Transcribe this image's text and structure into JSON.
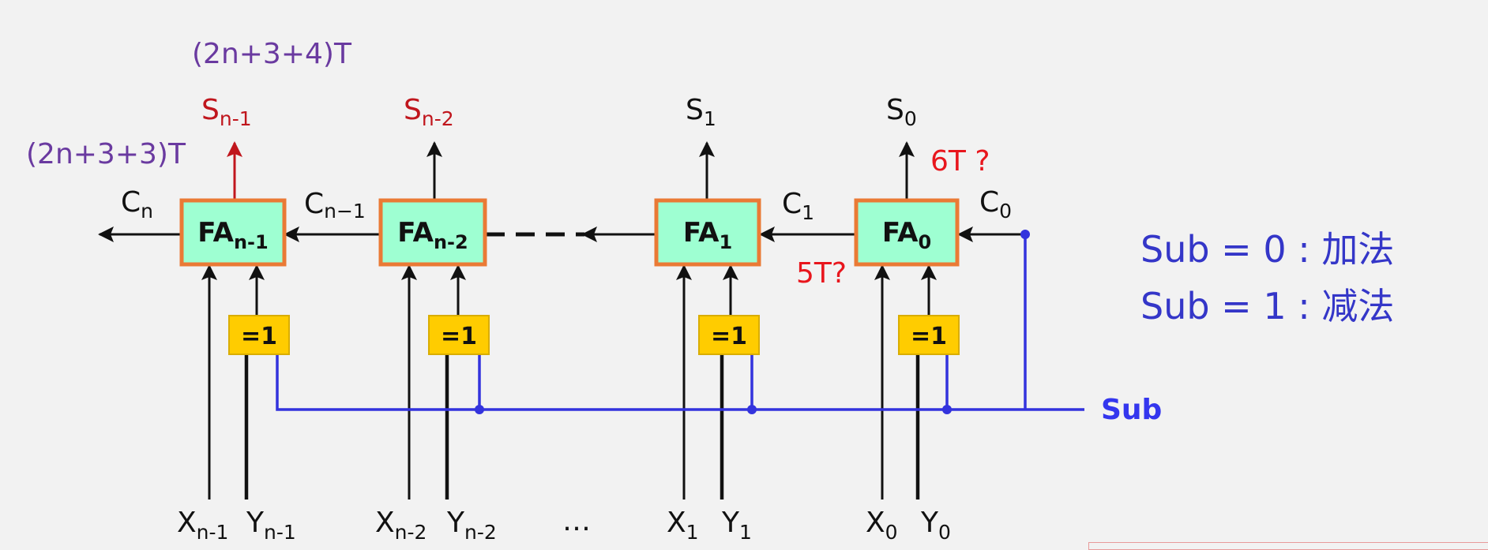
{
  "fa_blocks": [
    {
      "id": "n1",
      "main": "FA",
      "sub": "n-1"
    },
    {
      "id": "n2",
      "main": "FA",
      "sub": "n-2"
    },
    {
      "id": "b1",
      "main": "FA",
      "sub": "1"
    },
    {
      "id": "b0",
      "main": "FA",
      "sub": "0"
    }
  ],
  "xor_label": "=1",
  "sum_outputs": [
    {
      "id": "n1",
      "main": "S",
      "sub": "n-1"
    },
    {
      "id": "n2",
      "main": "S",
      "sub": "n-2"
    },
    {
      "id": "b1",
      "main": "S",
      "sub": "1"
    },
    {
      "id": "b0",
      "main": "S",
      "sub": "0"
    }
  ],
  "carries": {
    "cn": {
      "main": "C",
      "sub": "n"
    },
    "cn1": {
      "main": "C",
      "sub": "n−1"
    },
    "c1": {
      "main": "C",
      "sub": "1"
    },
    "c0": {
      "main": "C",
      "sub": "0"
    }
  },
  "inputs": [
    {
      "x_main": "X",
      "x_sub": "n-1",
      "y_main": "Y",
      "y_sub": "n-1"
    },
    {
      "x_main": "X",
      "x_sub": "n-2",
      "y_main": "Y",
      "y_sub": "n-2"
    },
    {
      "x_main": "X",
      "x_sub": "1",
      "y_main": "Y",
      "y_sub": "1"
    },
    {
      "x_main": "X",
      "x_sub": "0",
      "y_main": "Y",
      "y_sub": "0"
    }
  ],
  "ellipsis": "…",
  "annotations": {
    "top_delay": "(2n+3+4)T",
    "left_delay": "(2n+3+3)T",
    "s0_delay": "6T ?",
    "c1_delay": "5T?"
  },
  "sub_signal": "Sub",
  "legend": [
    "Sub = 0 : 加法",
    "Sub = 1 :  减法"
  ],
  "colors": {
    "fa_fill": "#9effd2",
    "fa_border": "#ea7a35",
    "xor_fill": "#ffcc00",
    "sub_wire": "#3333dd",
    "sum_msb": "#c0161d",
    "delay_purple": "#6a3aa0",
    "legend_blue": "#3436c8"
  }
}
